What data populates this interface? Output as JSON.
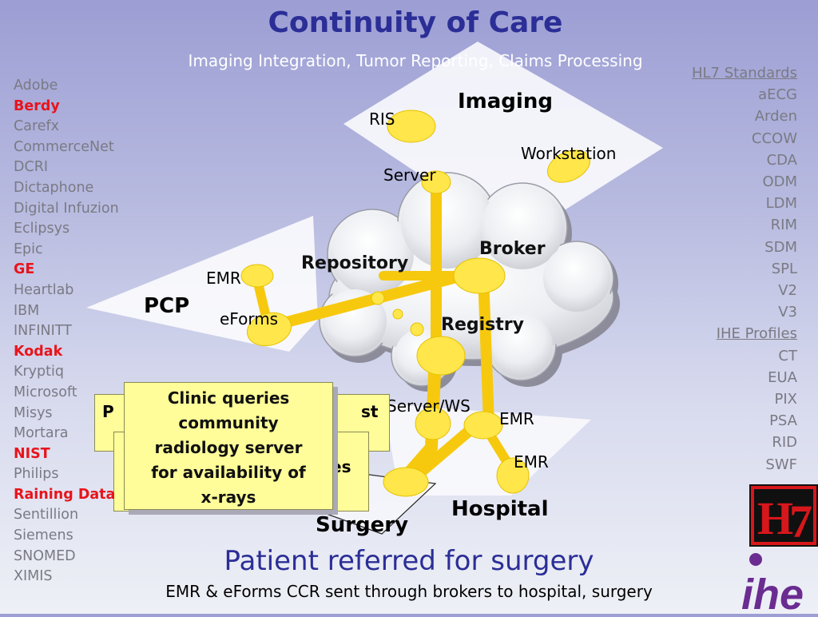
{
  "title": "Continuity of Care",
  "subtitle": "Imaging Integration, Tumor Reporting, Claims Processing",
  "vendors": [
    {
      "name": "Adobe",
      "highlight": false
    },
    {
      "name": "Berdy",
      "highlight": true
    },
    {
      "name": "Carefx",
      "highlight": false
    },
    {
      "name": "CommerceNet",
      "highlight": false
    },
    {
      "name": "DCRI",
      "highlight": false
    },
    {
      "name": "Dictaphone",
      "highlight": false
    },
    {
      "name": "Digital Infuzion",
      "highlight": false
    },
    {
      "name": "Eclipsys",
      "highlight": false
    },
    {
      "name": "Epic",
      "highlight": false
    },
    {
      "name": "GE",
      "highlight": true
    },
    {
      "name": "Heartlab",
      "highlight": false
    },
    {
      "name": "IBM",
      "highlight": false
    },
    {
      "name": "INFINITT",
      "highlight": false
    },
    {
      "name": "Kodak",
      "highlight": true
    },
    {
      "name": "Kryptiq",
      "highlight": false
    },
    {
      "name": "Microsoft",
      "highlight": false
    },
    {
      "name": "Misys",
      "highlight": false
    },
    {
      "name": "Mortara",
      "highlight": false
    },
    {
      "name": "NIST",
      "highlight": true
    },
    {
      "name": "Philips",
      "highlight": false
    },
    {
      "name": "Raining Data",
      "highlight": true
    },
    {
      "name": "Sentillion",
      "highlight": false
    },
    {
      "name": "Siemens",
      "highlight": false
    },
    {
      "name": "SNOMED",
      "highlight": false
    },
    {
      "name": "XIMIS",
      "highlight": false
    }
  ],
  "standards": [
    {
      "name": "HL7 Standards",
      "header": true
    },
    {
      "name": "aECG",
      "header": false
    },
    {
      "name": "Arden",
      "header": false
    },
    {
      "name": "CCOW",
      "header": false
    },
    {
      "name": "CDA",
      "header": false
    },
    {
      "name": "ODM",
      "header": false
    },
    {
      "name": "LDM",
      "header": false
    },
    {
      "name": "RIM",
      "header": false
    },
    {
      "name": "SDM",
      "header": false
    },
    {
      "name": "SPL",
      "header": false
    },
    {
      "name": "V2",
      "header": false
    },
    {
      "name": "V3",
      "header": false
    },
    {
      "name": "IHE Profiles",
      "header": true
    },
    {
      "name": "CT",
      "header": false
    },
    {
      "name": "EUA",
      "header": false
    },
    {
      "name": "PIX",
      "header": false
    },
    {
      "name": "PSA",
      "header": false
    },
    {
      "name": "RID",
      "header": false
    },
    {
      "name": "SWF",
      "header": false
    }
  ],
  "diagram": {
    "imaging": "Imaging",
    "ris": "RIS",
    "workstation": "Workstation",
    "server": "Server",
    "repository": "Repository",
    "broker": "Broker",
    "registry": "Registry",
    "emr_pcp": "EMR",
    "pcp": "PCP",
    "eforms": "eForms",
    "server_ws": "Server/WS",
    "emr_hospital_1": "EMR",
    "emr_hospital_2": "EMR",
    "hospital": "Hospital",
    "surgery": "Surgery",
    "hidden_box_fragment_1": "P",
    "hidden_box_fragment_2": "st",
    "hidden_box_fragment_3": "es"
  },
  "note": {
    "lines": [
      "Clinic queries",
      "community",
      "radiology server",
      "for availability of",
      "x-rays"
    ]
  },
  "caption": "Patient referred for surgery",
  "subcaption": "EMR & eForms CCR sent through brokers to hospital, surgery",
  "logos": {
    "hl7": "HL7",
    "ihe": "IHE"
  },
  "colors": {
    "title": "#2b2e96",
    "highlight": "#e8141b",
    "muted": "#7a7a84",
    "node_yellow": "#ffe64a",
    "link_yellow": "#f7c90e",
    "note_bg": "#fffd99"
  }
}
